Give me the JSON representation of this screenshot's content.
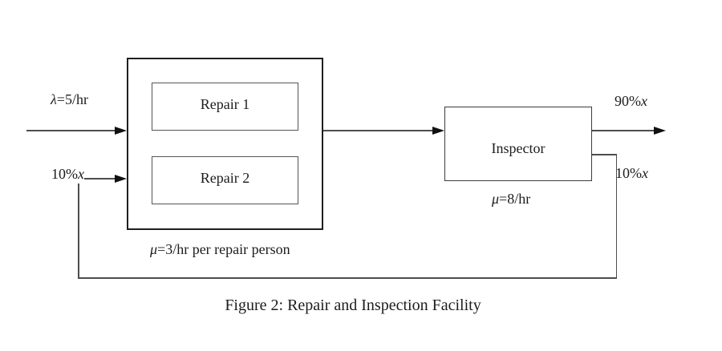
{
  "figure": {
    "caption": "Figure 2: Repair and Inspection Facility"
  },
  "diagram": {
    "arrival_label": {
      "symbol": "λ",
      "rest": "=5/hr"
    },
    "feedback_in_label": {
      "percent": "10%",
      "variable": "x"
    },
    "repair_unit": {
      "servers": [
        "Repair 1",
        "Repair 2"
      ],
      "rate_label": {
        "symbol": "μ",
        "rest": "=3/hr per repair person"
      }
    },
    "inspector": {
      "label": "Inspector",
      "rate_label": {
        "symbol": "μ",
        "rest": "=8/hr"
      }
    },
    "output_label": {
      "percent": "90%",
      "variable": "x"
    },
    "feedback_out_label": {
      "percent": "10%",
      "variable": "x"
    }
  },
  "colors": {
    "background": "#ffffff",
    "line": "#4d4d4d",
    "outer_box_border": "#1f1f1f",
    "inner_box_border": "#555555",
    "inspector_box_border": "#3c3c3c",
    "arrowhead": "#111111",
    "text": "#1c1c1c"
  }
}
